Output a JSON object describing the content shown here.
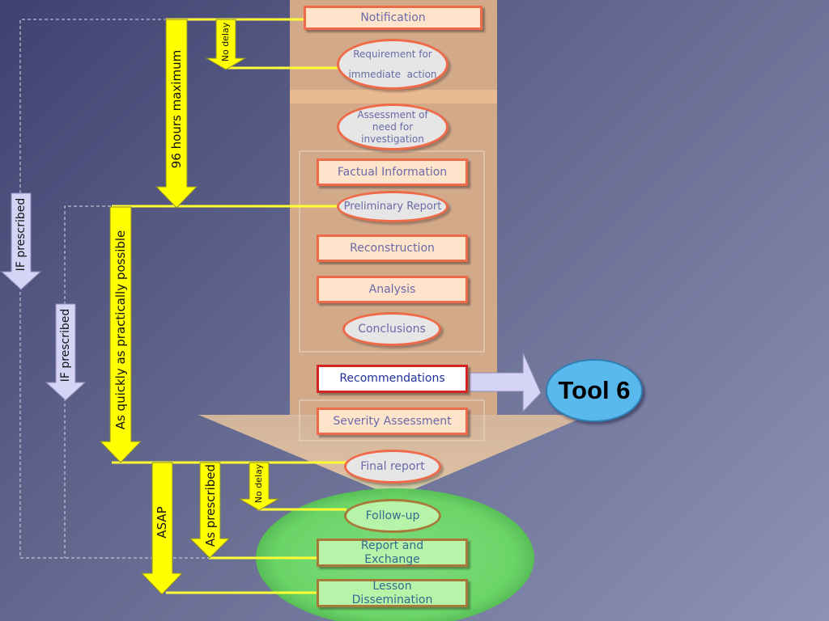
{
  "steps": {
    "notification": "Notification",
    "requirement_line1": "Requirement for",
    "requirement_line2": "immediate  action",
    "assessment": "Assessment of need for investigation",
    "factual": "Factual Information",
    "preliminary": "Preliminary Report",
    "reconstruction": "Reconstruction",
    "analysis": "Analysis",
    "conclusions": "Conclusions",
    "recommendations": "Recommendations",
    "severity": "Severity Assessment",
    "final_report": "Final report",
    "follow_up": "Follow-up",
    "report_exchange": "Report and Exchange",
    "lesson": "Lesson Dissemination"
  },
  "timing": {
    "no_delay_top": "No delay",
    "hours_96": "96 hours maximum",
    "asap_long": "As quickly as practically possible",
    "if_prescribed_outer": "IF prescribed",
    "if_prescribed_inner": "IF prescribed",
    "asap": "ASAP",
    "as_prescribed": "As prescribed",
    "no_delay_bottom": "No delay"
  },
  "tool": {
    "label": "Tool 6"
  },
  "colors": {
    "timing_arrow": "#ffff00",
    "prescribed_arrow": "#d6d4f6",
    "flow_column": "#d2aa8a",
    "box_border": "#ef6a48",
    "box_fill": "#ffe4cc",
    "follow_up_ellipse": "#6fdc6a",
    "tool_fill": "#5ab9ec"
  }
}
